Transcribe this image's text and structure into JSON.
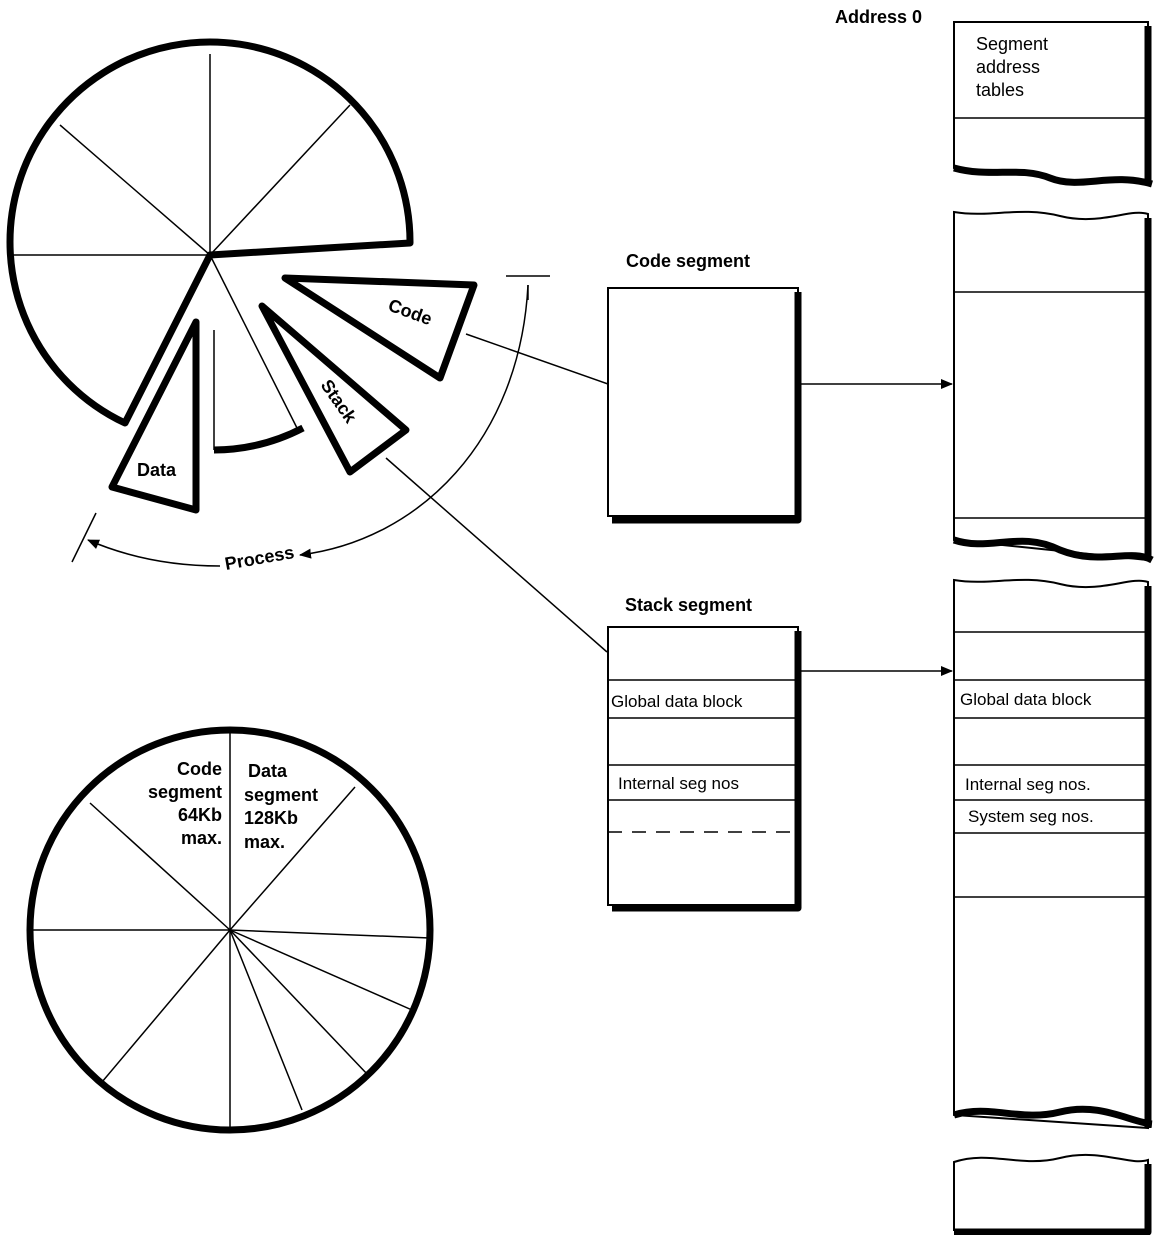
{
  "memory": {
    "address_label": "Address 0",
    "segment_tables": [
      "Segment",
      "address",
      "tables"
    ],
    "global_data_block": "Global data block",
    "internal_seg_nos": "Internal seg nos.",
    "system_seg_nos": "System seg nos."
  },
  "process_diagram": {
    "code_label": "Code",
    "stack_label": "Stack",
    "data_label": "Data",
    "process_label": "Process"
  },
  "code_segment": {
    "title": "Code segment"
  },
  "stack_segment": {
    "title": "Stack segment",
    "global_data_block": "Global data block",
    "internal_seg_nos": "Internal seg nos"
  },
  "limits_diagram": {
    "code_segment": [
      "Code",
      "segment",
      "64Kb",
      "max."
    ],
    "data_segment": [
      "Data",
      "segment",
      "128Kb",
      "max."
    ]
  }
}
